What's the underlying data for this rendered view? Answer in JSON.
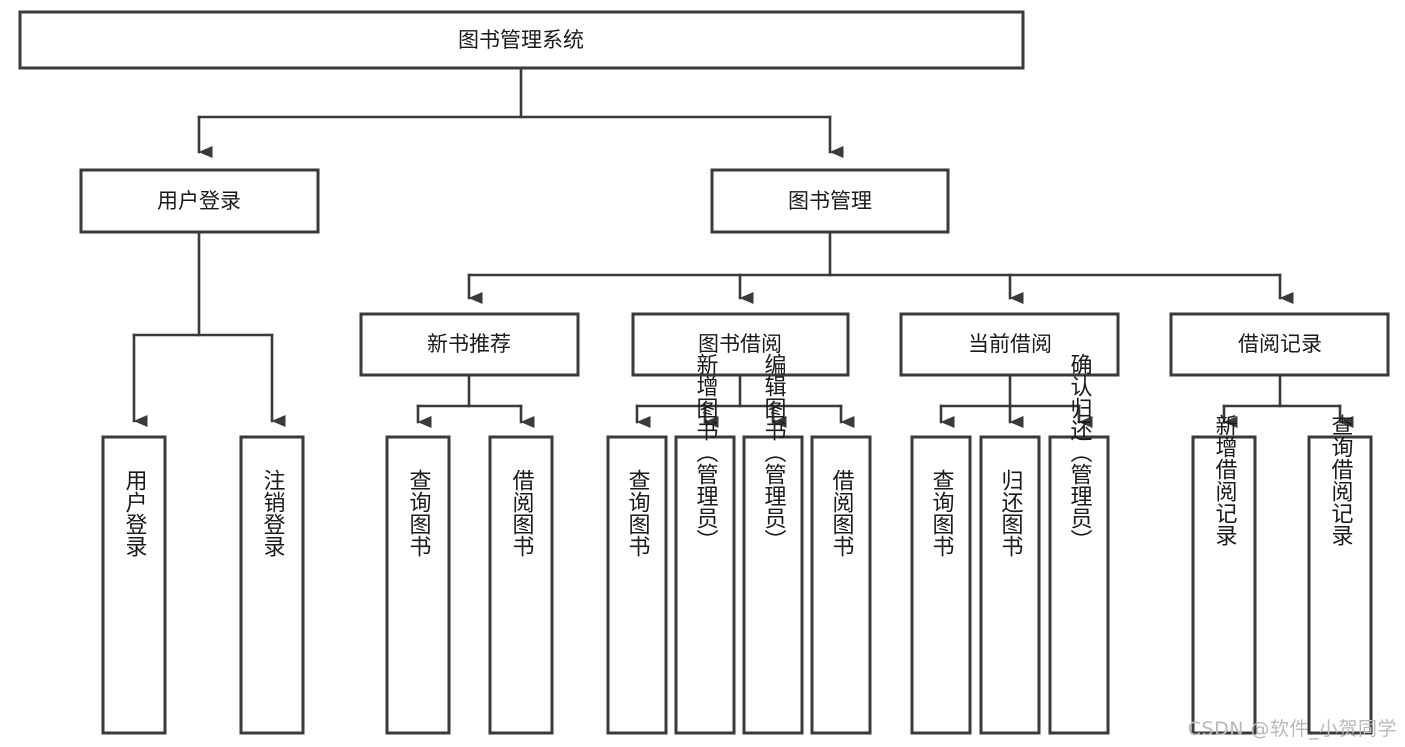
{
  "diagram": {
    "title": "图书管理系统",
    "type": "tree-hierarchy-chart",
    "root": {
      "label": "图书管理系统"
    },
    "level2": [
      {
        "label": "用户登录"
      },
      {
        "label": "图书管理"
      }
    ],
    "level3": [
      {
        "label": "新书推荐"
      },
      {
        "label": "图书借阅"
      },
      {
        "label": "当前借阅"
      },
      {
        "label": "借阅记录"
      }
    ],
    "leaves": {
      "user_login": [
        {
          "label": "用户登录"
        },
        {
          "label": "注销登录"
        }
      ],
      "new_book_recommend": [
        {
          "label": "查询图书"
        },
        {
          "label": "借阅图书"
        }
      ],
      "book_borrow": [
        {
          "label": "查询图书"
        },
        {
          "label": "新增图书（管理员）"
        },
        {
          "label": "编辑图书（管理员）"
        },
        {
          "label": "借阅图书"
        }
      ],
      "current_borrow": [
        {
          "label": "查询图书"
        },
        {
          "label": "归还图书"
        },
        {
          "label": "确认归还（管理员）"
        }
      ],
      "borrow_record": [
        {
          "label": "新增借阅记录"
        },
        {
          "label": "查询借阅记录"
        }
      ]
    }
  },
  "watermark": {
    "text": "CSDN @软件_小贺同学"
  },
  "colors": {
    "stroke": "#3a3a3a",
    "fill": "#ffffff",
    "text": "#1a1a1a",
    "watermark": "#b9b9b9"
  }
}
